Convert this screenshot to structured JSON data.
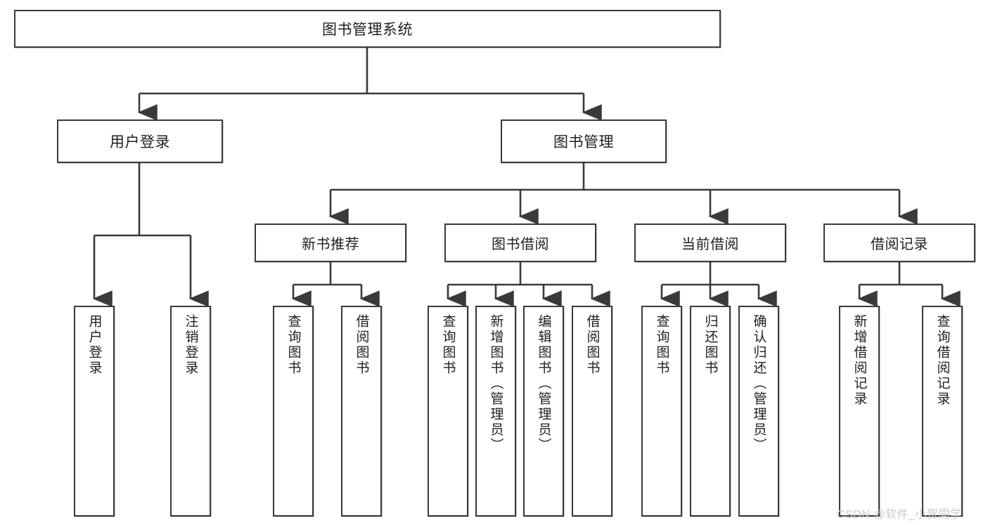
{
  "diagram": {
    "type": "tree-flowchart",
    "title": "图书管理系统",
    "orientation": "top-down",
    "root": {
      "label": "图书管理系统"
    },
    "level2": [
      {
        "label": "用户登录"
      },
      {
        "label": "图书管理"
      }
    ],
    "level3": [
      {
        "label": "新书推荐"
      },
      {
        "label": "图书借阅"
      },
      {
        "label": "当前借阅"
      },
      {
        "label": "借阅记录"
      }
    ],
    "leaves": {
      "user_login": [
        {
          "label": "用户登录"
        },
        {
          "label": "注销登录"
        }
      ],
      "new_book_recommend": [
        {
          "label": "查询图书"
        },
        {
          "label": "借阅图书"
        }
      ],
      "book_borrow": [
        {
          "label": "查询图书"
        },
        {
          "label": "新增图书（管理员）"
        },
        {
          "label": "编辑图书（管理员）"
        },
        {
          "label": "借阅图书"
        }
      ],
      "current_borrow": [
        {
          "label": "查询图书"
        },
        {
          "label": "归还图书"
        },
        {
          "label": "确认归还（管理员）"
        }
      ],
      "borrow_record": [
        {
          "label": "新增借阅记录"
        },
        {
          "label": "查询借阅记录"
        }
      ]
    }
  },
  "watermark": {
    "text": "CSDN @软件_小贺同学"
  },
  "colors": {
    "border": "#3a3a3a",
    "text": "#1f1f1f",
    "background": "#ffffff",
    "watermark": "#c9c9c9"
  }
}
